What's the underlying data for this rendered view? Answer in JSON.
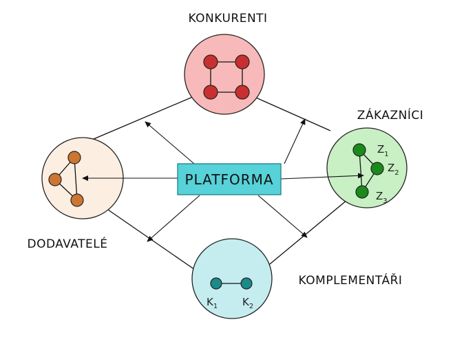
{
  "labels": {
    "konkurenti": "KONKURENTI",
    "zakaznici": "ZÁKAZNÍCI",
    "dodavatele": "DODAVATELÉ",
    "komplementari": "KOMPLEMENTÁŘI",
    "platforma": "PLATFORMA"
  },
  "node_labels": {
    "z1": "Z",
    "z1_idx": "1",
    "z2": "Z",
    "z2_idx": "2",
    "z3": "Z",
    "z3_idx": "3",
    "k1": "K",
    "k1_idx": "1",
    "k2": "K",
    "k2_idx": "2"
  },
  "colors": {
    "konkurenti_fill": "#f7b9b9",
    "konkurenti_node": "#c8302f",
    "zakaznici_fill": "#c9efc4",
    "zakaznici_node": "#1a8a1a",
    "dodavatele_fill": "#fdeee2",
    "dodavatele_node": "#cc7631",
    "komplementari_fill": "#c5edf0",
    "komplementari_node": "#1b8a88",
    "platforma_fill": "#56d2d8",
    "platforma_border": "#1e7f85"
  }
}
